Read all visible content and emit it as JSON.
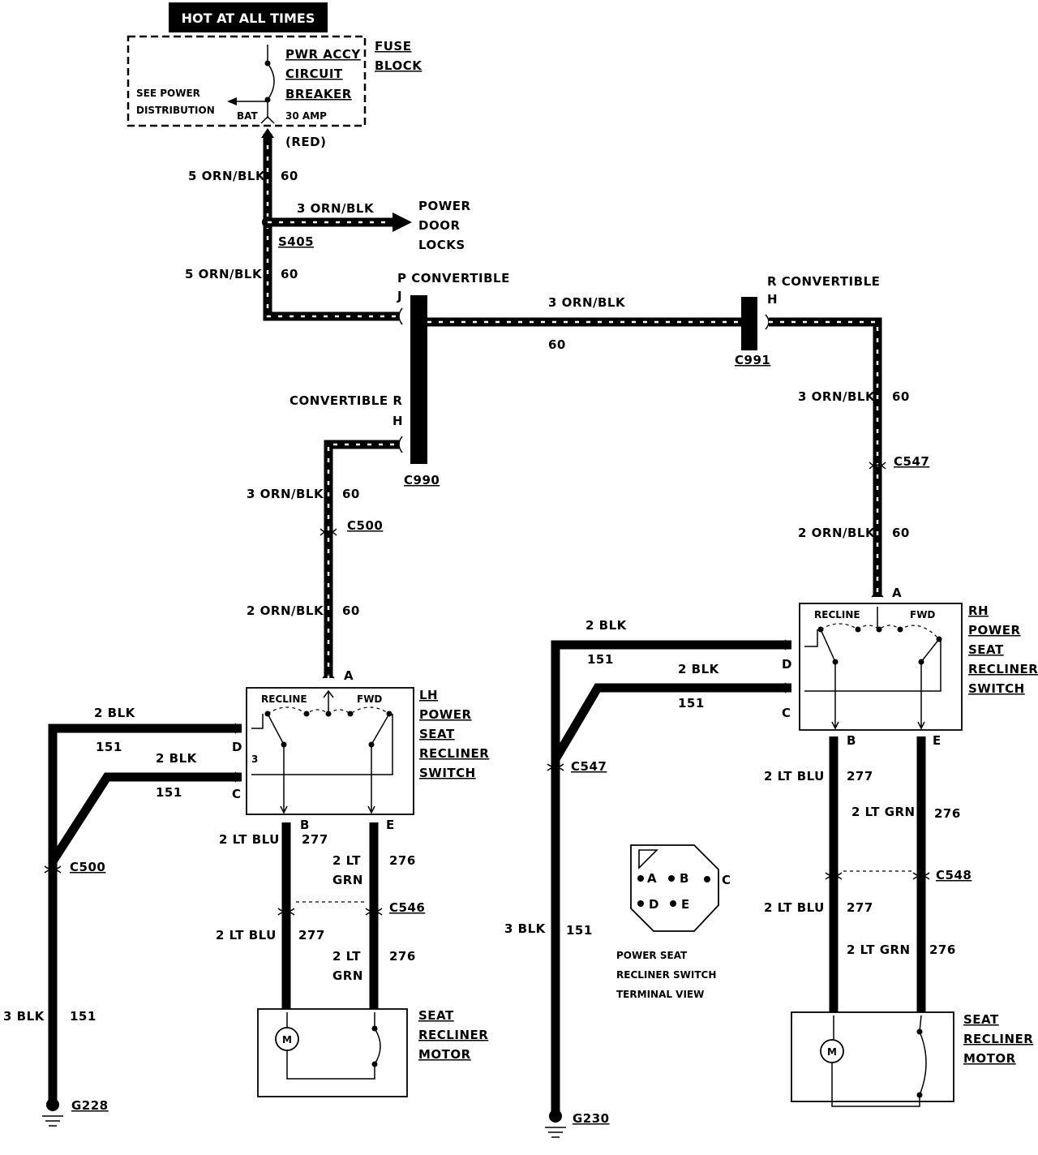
{
  "header": {
    "hot_label": "HOT AT ALL TIMES"
  },
  "fuse_block": {
    "label_line1": "FUSE",
    "label_line2": "BLOCK",
    "breaker_line1": "PWR ACCY",
    "breaker_line2": "CIRCUIT",
    "breaker_line3": "BREAKER",
    "rating": "30 AMP",
    "bat": "BAT",
    "see_line1": "SEE POWER",
    "see_line2": "DISTRIBUTION",
    "terminal_color": "(RED)"
  },
  "splice": {
    "id": "S405"
  },
  "power_door_locks": {
    "line1": "POWER",
    "line2": "DOOR",
    "line3": "LOCKS",
    "wire": "3 ORN/BLK"
  },
  "wires": {
    "feed_top": {
      "gauge": "5 ORN/BLK",
      "circuit": "60"
    },
    "feed_lower": {
      "gauge": "5 ORN/BLK",
      "circuit": "60"
    },
    "bridge": {
      "gauge": "3 ORN/BLK",
      "circuit": "60"
    },
    "lh_upper": {
      "gauge": "3 ORN/BLK",
      "circuit": "60"
    },
    "lh_lower": {
      "gauge": "2 ORN/BLK",
      "circuit": "60"
    },
    "rh_upper": {
      "gauge": "3 ORN/BLK",
      "circuit": "60"
    },
    "rh_lower": {
      "gauge": "2 ORN/BLK",
      "circuit": "60"
    },
    "lh_d": {
      "gauge": "2 BLK",
      "circuit": "151"
    },
    "lh_c": {
      "gauge": "2 BLK",
      "circuit": "151"
    },
    "lh_ground": {
      "gauge": "3 BLK",
      "circuit": "151"
    },
    "rh_d": {
      "gauge": "2 BLK",
      "circuit": "151"
    },
    "rh_c": {
      "gauge": "2 BLK",
      "circuit": "151"
    },
    "rh_ground": {
      "gauge": "3 BLK",
      "circuit": "151"
    },
    "lh_b_upper": {
      "gauge": "2 LT BLU",
      "circuit": "277"
    },
    "lh_b_lower": {
      "gauge": "2 LT BLU",
      "circuit": "277"
    },
    "lh_e_upper": {
      "gauge": "2 LT",
      "gauge2": "GRN",
      "circuit": "276"
    },
    "lh_e_lower": {
      "gauge": "2 LT",
      "gauge2": "GRN",
      "circuit": "276"
    },
    "rh_b_upper": {
      "gauge": "2 LT BLU",
      "circuit": "277"
    },
    "rh_b_lower": {
      "gauge": "2 LT BLU",
      "circuit": "277"
    },
    "rh_e_upper": {
      "gauge": "2 LT GRN",
      "circuit": "276"
    },
    "rh_e_lower": {
      "gauge": "2 LT GRN",
      "circuit": "276"
    }
  },
  "connectors": {
    "c990": {
      "id": "C990",
      "top_text": "P CONVERTIBLE",
      "top_pin": "J",
      "side_text": "CONVERTIBLE  R",
      "side_pin": "H"
    },
    "c991": {
      "id": "C991",
      "top_text": "R  CONVERTIBLE",
      "pin": "H"
    },
    "c500_upper": "C500",
    "c500_lower": "C500",
    "c547_upper": "C547",
    "c547_lower": "C547",
    "c546": "C546",
    "c548": "C548"
  },
  "lh_switch": {
    "line1": "LH",
    "line2": "POWER",
    "line3": "SEAT",
    "line4": "RECLINER",
    "line5": "SWITCH",
    "recline": "RECLINE",
    "fwd": "FWD",
    "pin_a": "A",
    "pin_b": "B",
    "pin_c": "C",
    "pin_d": "D",
    "pin_e": "E",
    "pin_3": "3"
  },
  "rh_switch": {
    "line1": "RH",
    "line2": "POWER",
    "line3": "SEAT",
    "line4": "RECLINER",
    "line5": "SWITCH",
    "recline": "RECLINE",
    "fwd": "FWD",
    "pin_a": "A",
    "pin_b": "B",
    "pin_c": "C",
    "pin_d": "D",
    "pin_e": "E"
  },
  "lh_motor": {
    "line1": "SEAT",
    "line2": "RECLINER",
    "line3": "MOTOR",
    "symbol": "M"
  },
  "rh_motor": {
    "line1": "SEAT",
    "line2": "RECLINER",
    "line3": "MOTOR",
    "symbol": "M"
  },
  "terminal_view": {
    "line1": "POWER SEAT",
    "line2": "RECLINER SWITCH",
    "line3": "TERMINAL VIEW",
    "pins": [
      "A",
      "B",
      "C",
      "D",
      "E"
    ]
  },
  "grounds": {
    "left": "G228",
    "right": "G230"
  }
}
